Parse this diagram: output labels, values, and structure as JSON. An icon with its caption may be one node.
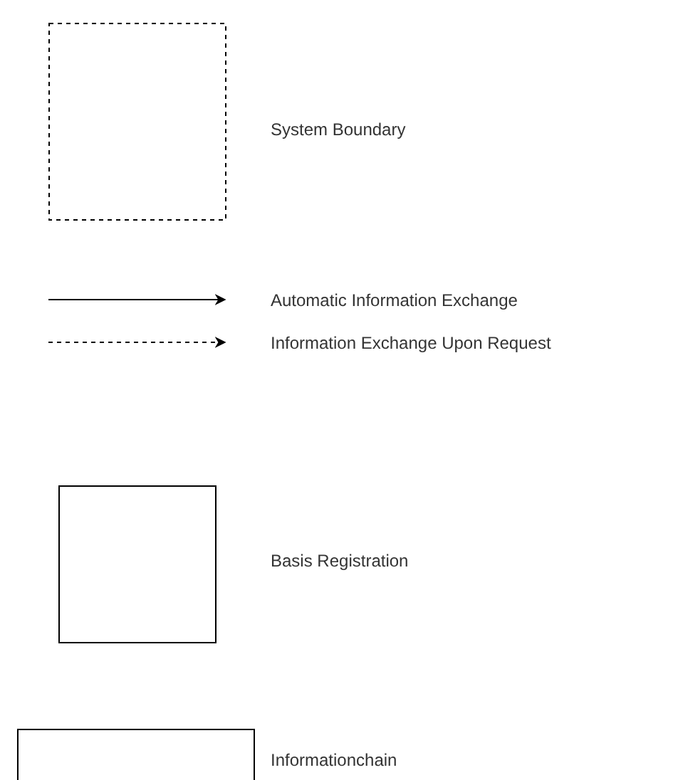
{
  "diagram": {
    "legend": [
      {
        "text": "System Boundary"
      },
      {
        "text": "Automatic Information Exchange"
      },
      {
        "text": "Information Exchange Upon Request"
      },
      {
        "text": "Basis Registration"
      },
      {
        "text": "Informationchain"
      }
    ]
  }
}
